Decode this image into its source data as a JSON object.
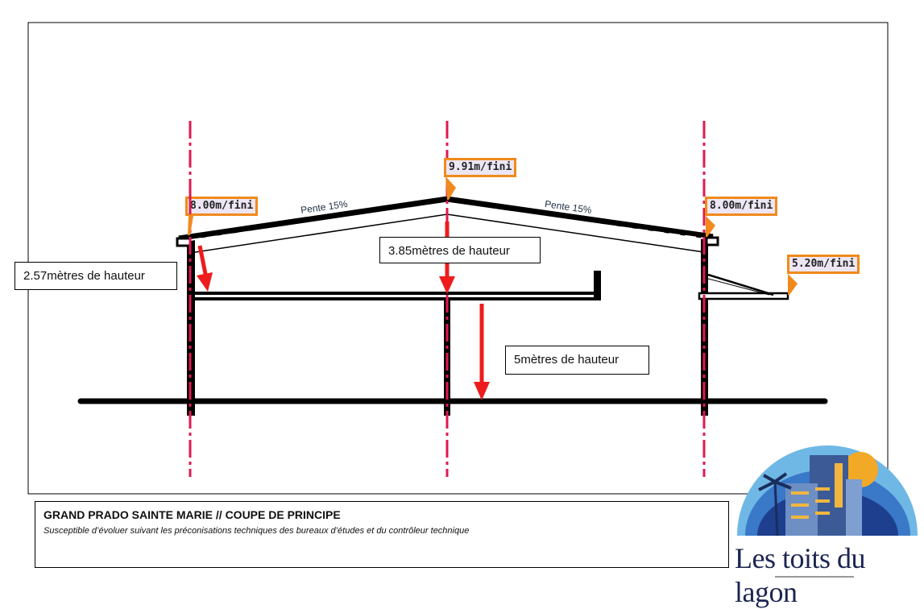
{
  "title_block": {
    "title": "GRAND PRADO SAINTE MARIE // COUPE DE PRINCIPE",
    "subtitle": "Susceptible d’évoluer suivant les préconisations techniques des bureaux d’études et du contrôleur technique"
  },
  "heights": {
    "left": "2.57mètres de hauteur",
    "center": "3.85mètres de hauteur",
    "lower": "5mètres de hauteur"
  },
  "levels": {
    "left_eave": "8.00m/fini",
    "ridge": "9.91m/fini",
    "right_eave": "8.00m/fini",
    "canopy": "5.20m/fini"
  },
  "slopes": {
    "left": "Pente 15%",
    "right": "Pente 15%"
  },
  "logo": {
    "text": "Les toits du lagon"
  },
  "colors": {
    "axis": "#e0194f",
    "arrow": "#ee1c1c",
    "callout": "#f08a1c",
    "structure": "#000000"
  }
}
